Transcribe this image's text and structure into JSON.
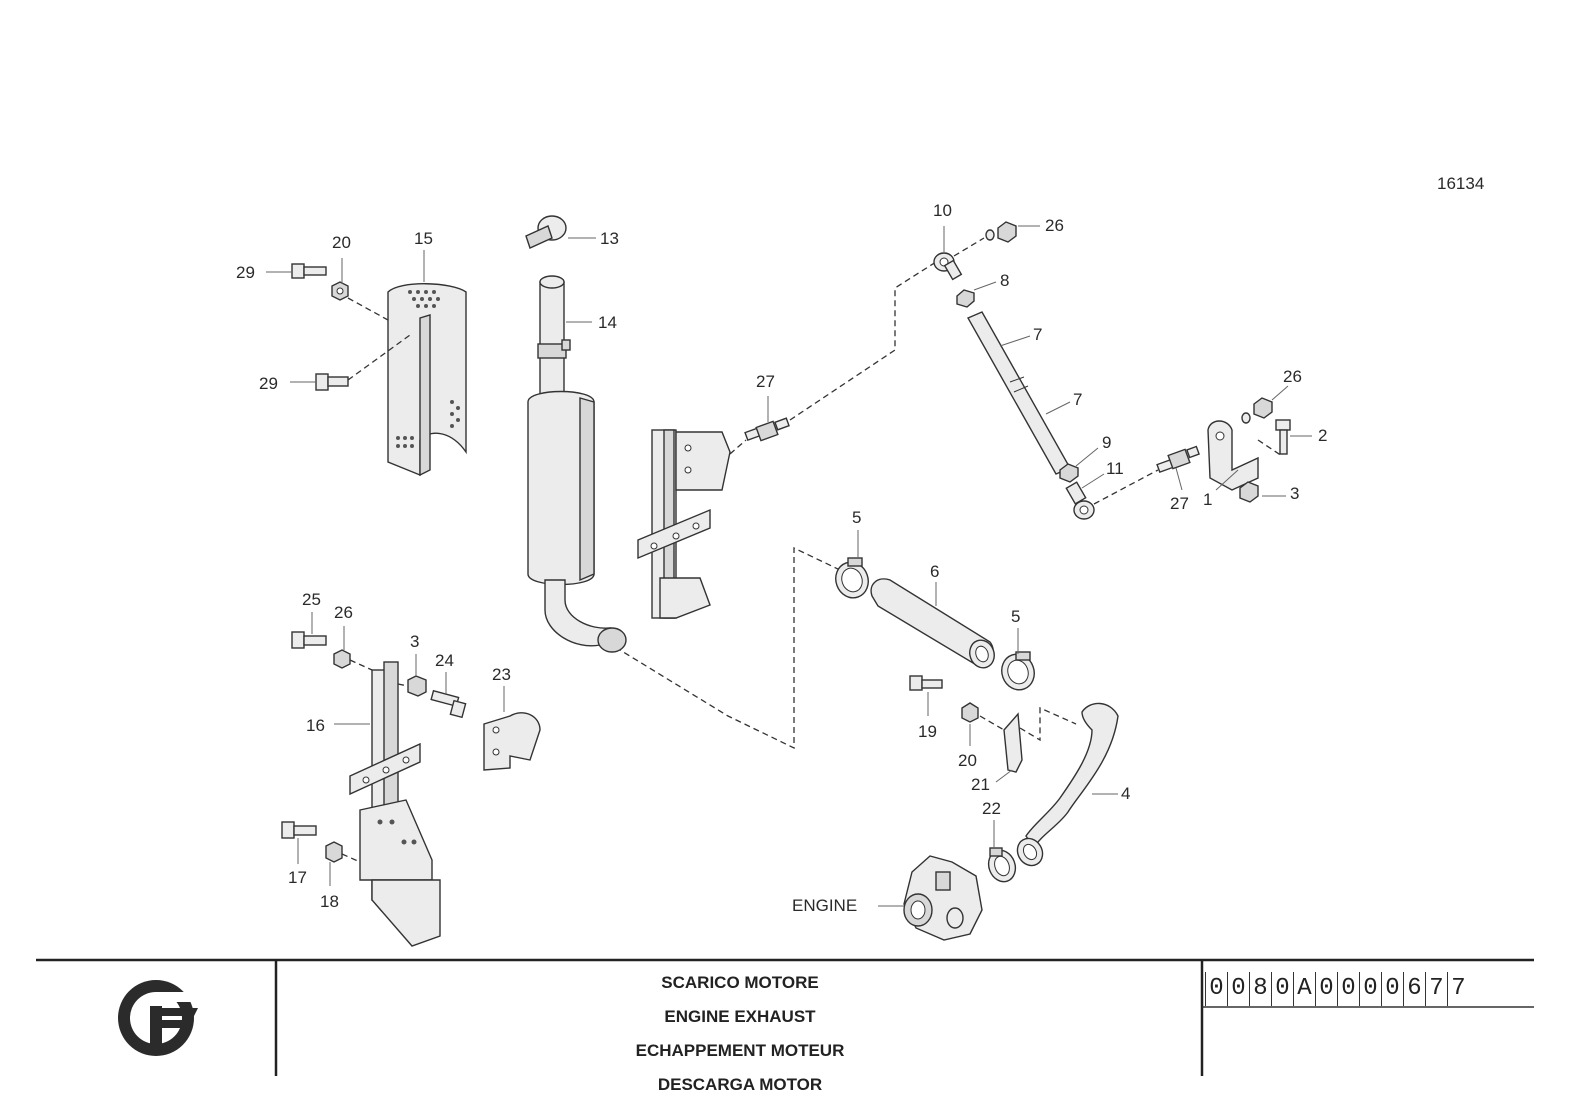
{
  "diagram": {
    "sheet_number": "16134",
    "engine_label": "ENGINE",
    "callouts": {
      "c1": "1",
      "c2": "2",
      "c3a": "3",
      "c3b": "3",
      "c4": "4",
      "c5a": "5",
      "c5b": "5",
      "c6": "6",
      "c7a": "7",
      "c7b": "7",
      "c8": "8",
      "c9": "9",
      "c10": "10",
      "c11": "11",
      "c13": "13",
      "c14": "14",
      "c15": "15",
      "c16": "16",
      "c17": "17",
      "c18": "18",
      "c19": "19",
      "c20a": "20",
      "c20b": "20",
      "c21": "21",
      "c22": "22",
      "c23": "23",
      "c24": "24",
      "c25": "25",
      "c26a": "26",
      "c26b": "26",
      "c26c": "26",
      "c27a": "27",
      "c27b": "27",
      "c29a": "29",
      "c29b": "29"
    }
  },
  "title_block": {
    "titles": [
      "SCARICO MOTORE",
      "ENGINE EXHAUST",
      "ECHAPPEMENT MOTEUR",
      "DESCARGA MOTOR"
    ],
    "code_chars": [
      "0",
      "0",
      "8",
      "0",
      "A",
      "0",
      "0",
      "0",
      "0",
      "6",
      "7",
      "7"
    ]
  }
}
